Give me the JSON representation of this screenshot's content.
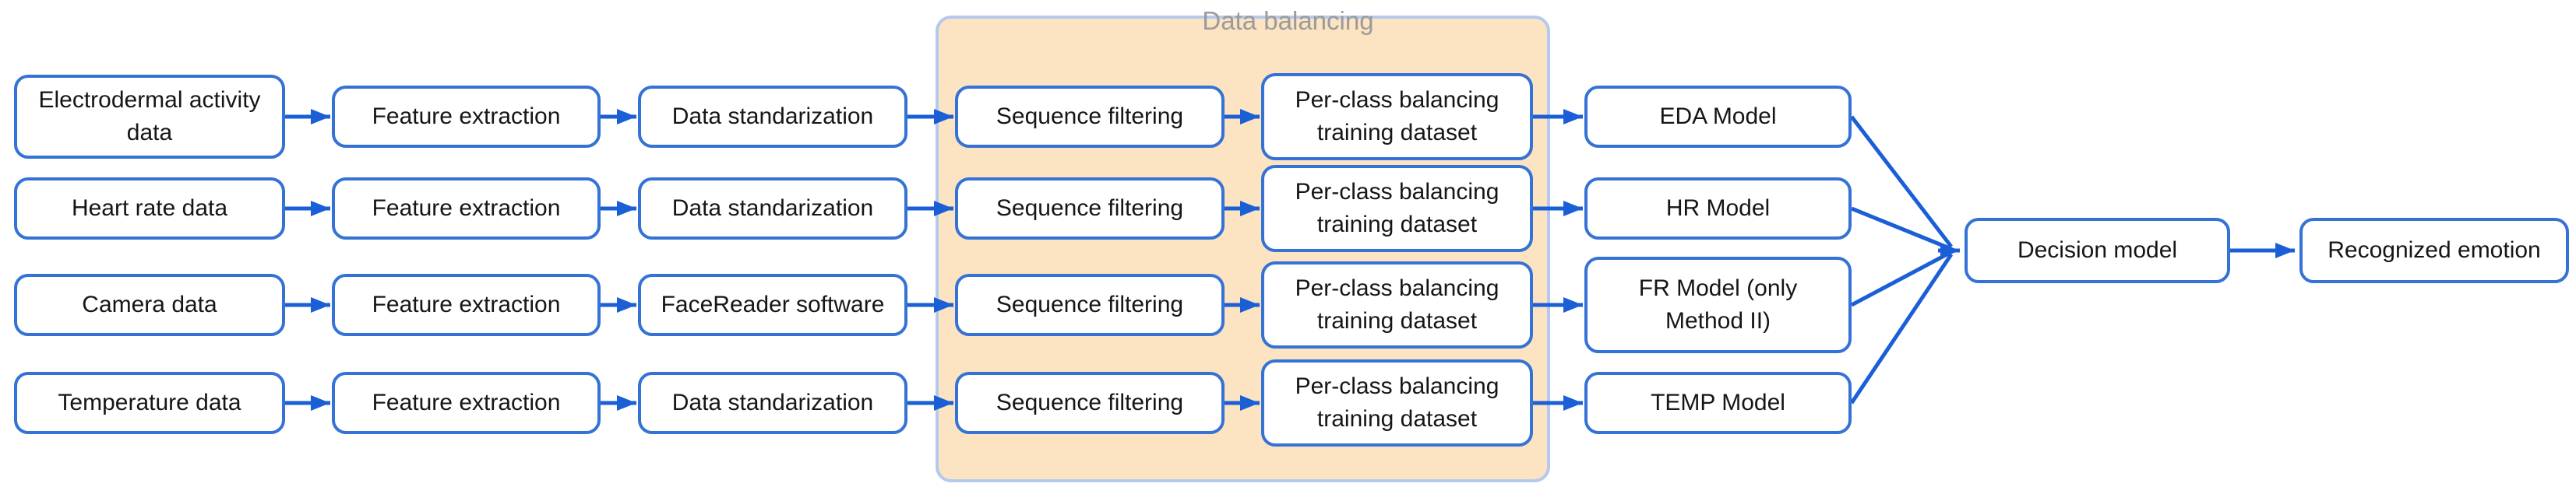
{
  "group": {
    "label": "Data balancing"
  },
  "rows": [
    {
      "source": "Electrodermal activity\ndata",
      "feature_extraction": "Feature extraction",
      "processing": "Data standarization",
      "sequence_filtering": "Sequence filtering",
      "balancing": "Per-class balancing\ntraining dataset",
      "model": "EDA Model"
    },
    {
      "source": "Heart rate data",
      "feature_extraction": "Feature extraction",
      "processing": "Data standarization",
      "sequence_filtering": "Sequence filtering",
      "balancing": "Per-class balancing\ntraining dataset",
      "model": "HR Model"
    },
    {
      "source": "Camera data",
      "feature_extraction": "Feature extraction",
      "processing": "FaceReader software",
      "sequence_filtering": "Sequence filtering",
      "balancing": "Per-class balancing\ntraining dataset",
      "model": "FR Model (only\nMethod II)"
    },
    {
      "source": "Temperature data",
      "feature_extraction": "Feature extraction",
      "processing": "Data standarization",
      "sequence_filtering": "Sequence filtering",
      "balancing": "Per-class balancing\ntraining dataset",
      "model": "TEMP Model"
    }
  ],
  "decision_model": "Decision model",
  "output": "Recognized emotion",
  "colors": {
    "node_border": "#3572d6",
    "arrow": "#1b5fd6",
    "group_fill": "#fce3c2",
    "group_border": "#b3c9f0",
    "group_label_text": "#9b9b9b"
  }
}
